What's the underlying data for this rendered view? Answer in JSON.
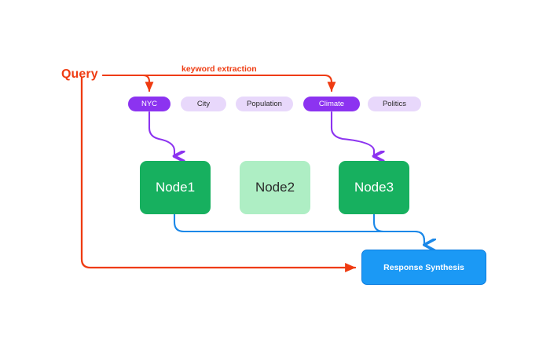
{
  "diagram": {
    "background": "#ffffff",
    "query": {
      "label": "Query"
    },
    "edge_labels": {
      "keyword_extraction": "keyword extraction"
    },
    "keywords": [
      {
        "label": "NYC",
        "state": "active"
      },
      {
        "label": "City",
        "state": "inactive"
      },
      {
        "label": "Population",
        "state": "inactive"
      },
      {
        "label": "Climate",
        "state": "active"
      },
      {
        "label": "Politics",
        "state": "inactive"
      }
    ],
    "nodes": [
      {
        "label": "Node1",
        "state": "active"
      },
      {
        "label": "Node2",
        "state": "inactive"
      },
      {
        "label": "Node3",
        "state": "active"
      }
    ],
    "output": {
      "label": "Response Synthesis"
    },
    "colors": {
      "query_red": "#ef3b11",
      "keyword_active": "#8c33f0",
      "keyword_inactive": "#e8d8fb",
      "node_active": "#17b05f",
      "node_inactive": "#aeeec4",
      "synthesis_blue": "#1b99f5",
      "connector_purple": "#8c33f0",
      "connector_blue": "#1b88e8"
    }
  }
}
